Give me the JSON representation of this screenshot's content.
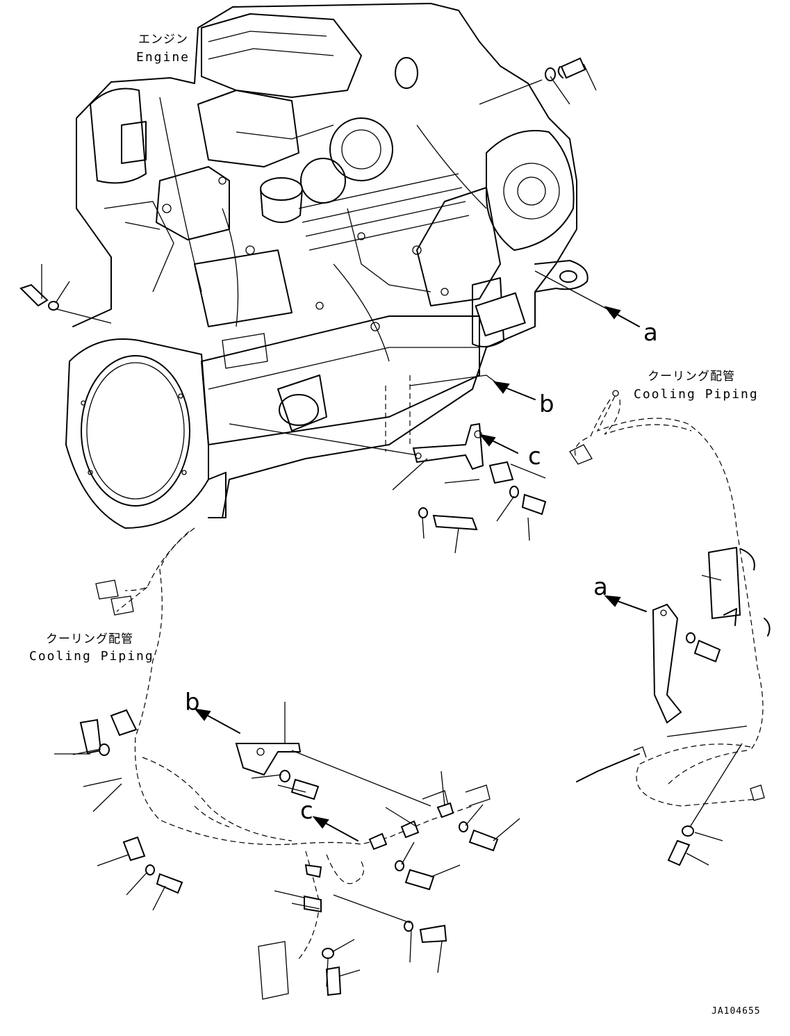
{
  "labels": {
    "engine_jp": "エンジン",
    "engine_en": "Engine",
    "cooling_right_jp": "クーリング配管",
    "cooling_right_en": "Cooling Piping",
    "cooling_left_jp": "クーリング配管",
    "cooling_left_en": "Cooling Piping",
    "ref_a": "a",
    "ref_b": "b",
    "ref_c": "c",
    "figure_code": "JA104655"
  },
  "colors": {
    "line": "#000000",
    "background": "#ffffff"
  }
}
